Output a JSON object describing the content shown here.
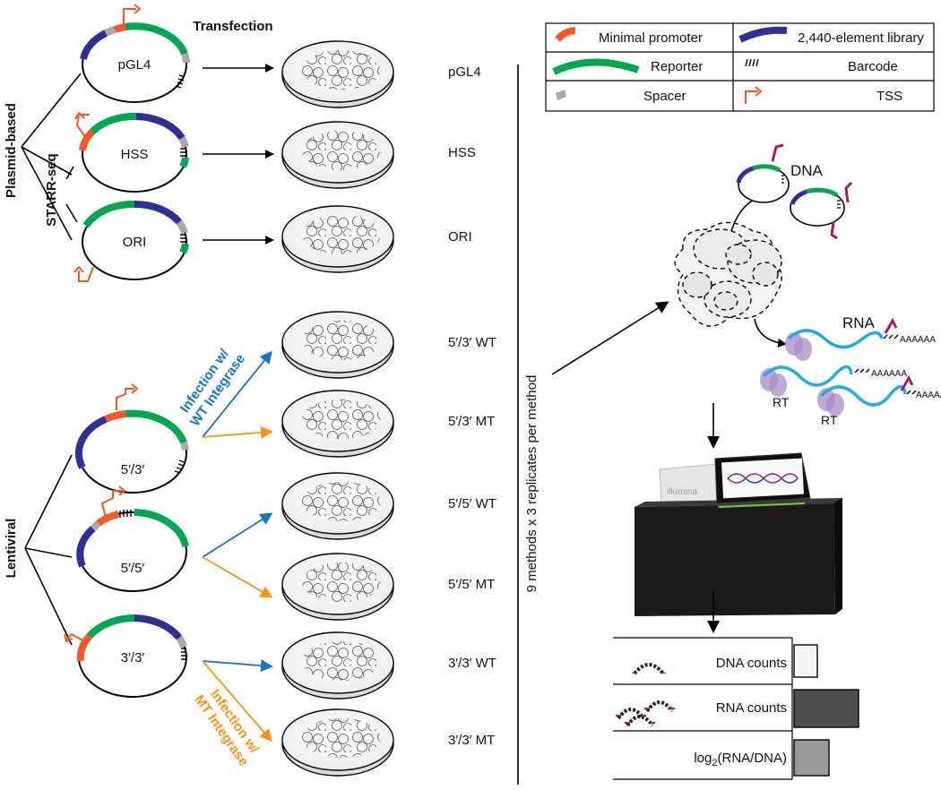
{
  "header": {
    "transfection_label": "Transfection"
  },
  "groups": {
    "plasmid_label": "Plasmid-based",
    "starr_label": "STARR-seq",
    "lentiviral_label": "Lentiviral"
  },
  "infection": {
    "wt_line1": "Infection w/",
    "wt_line2": "WT Integrase",
    "mt_line1": "Infection w/",
    "mt_line2": "MT Integrase"
  },
  "constructs": [
    {
      "label": "pGL4"
    },
    {
      "label": "HSS"
    },
    {
      "label": "ORI"
    },
    {
      "label": "5′/3′"
    },
    {
      "label": "5′/5′"
    },
    {
      "label": "3′/3′"
    }
  ],
  "dishes": [
    {
      "label": "pGL4",
      "method": "transfection"
    },
    {
      "label": "HSS",
      "method": "transfection"
    },
    {
      "label": "ORI",
      "method": "transfection"
    },
    {
      "label": "5′/3′ WT",
      "method": "wt"
    },
    {
      "label": "5′/3′ MT",
      "method": "mt"
    },
    {
      "label": "5′/5′ WT",
      "method": "wt"
    },
    {
      "label": "5′/5′ MT",
      "method": "mt"
    },
    {
      "label": "3′/3′ WT",
      "method": "wt"
    },
    {
      "label": "3′/3′ MT",
      "method": "mt"
    }
  ],
  "divider_label": "9 methods x 3 replicates per method",
  "legend": {
    "minimal_promoter": "Minimal promoter",
    "library": "2,440-element library",
    "reporter": "Reporter",
    "barcode": "Barcode",
    "spacer": "Spacer",
    "tss": "TSS"
  },
  "workflow": {
    "dna_label": "DNA",
    "rna_label": "RNA",
    "rt_label": "RT",
    "sequencer_brand": "illumina",
    "dna_counts": "DNA counts",
    "rna_counts": "RNA counts",
    "ratio_pre": "log",
    "ratio_sub": "2",
    "ratio_post": "(RNA/DNA)",
    "bar_levels": {
      "dna": 0.2,
      "rna": 0.55,
      "ratio": 0.3
    }
  },
  "colors": {
    "promoter": "#f05a28",
    "library": "#2e3192",
    "reporter": "#00a651",
    "spacer": "#a7a9ac",
    "wt_arrow": "#1b75bc",
    "mt_arrow": "#f7941d",
    "rna_strand": "#27aae1",
    "ribosome": "#a78bc8",
    "primer": "#9e1f63"
  }
}
